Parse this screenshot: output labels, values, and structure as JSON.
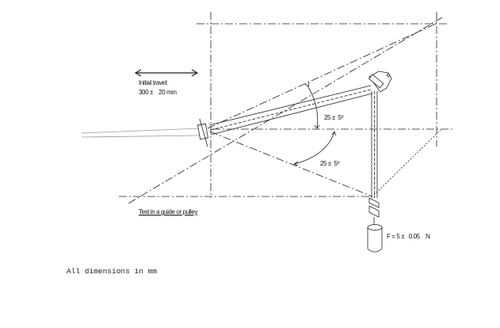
{
  "labels": {
    "initial_travel": "Initial travel:",
    "travel_value": "300 ±    20 mm",
    "angle_upper": "25 ±  5º",
    "angle_lower": "25 ±  5º",
    "guide_note": "Test in a guide or pulley",
    "force": "F = 5 ±   0.05    N",
    "dimensions_note": "All dimensions in mm"
  }
}
